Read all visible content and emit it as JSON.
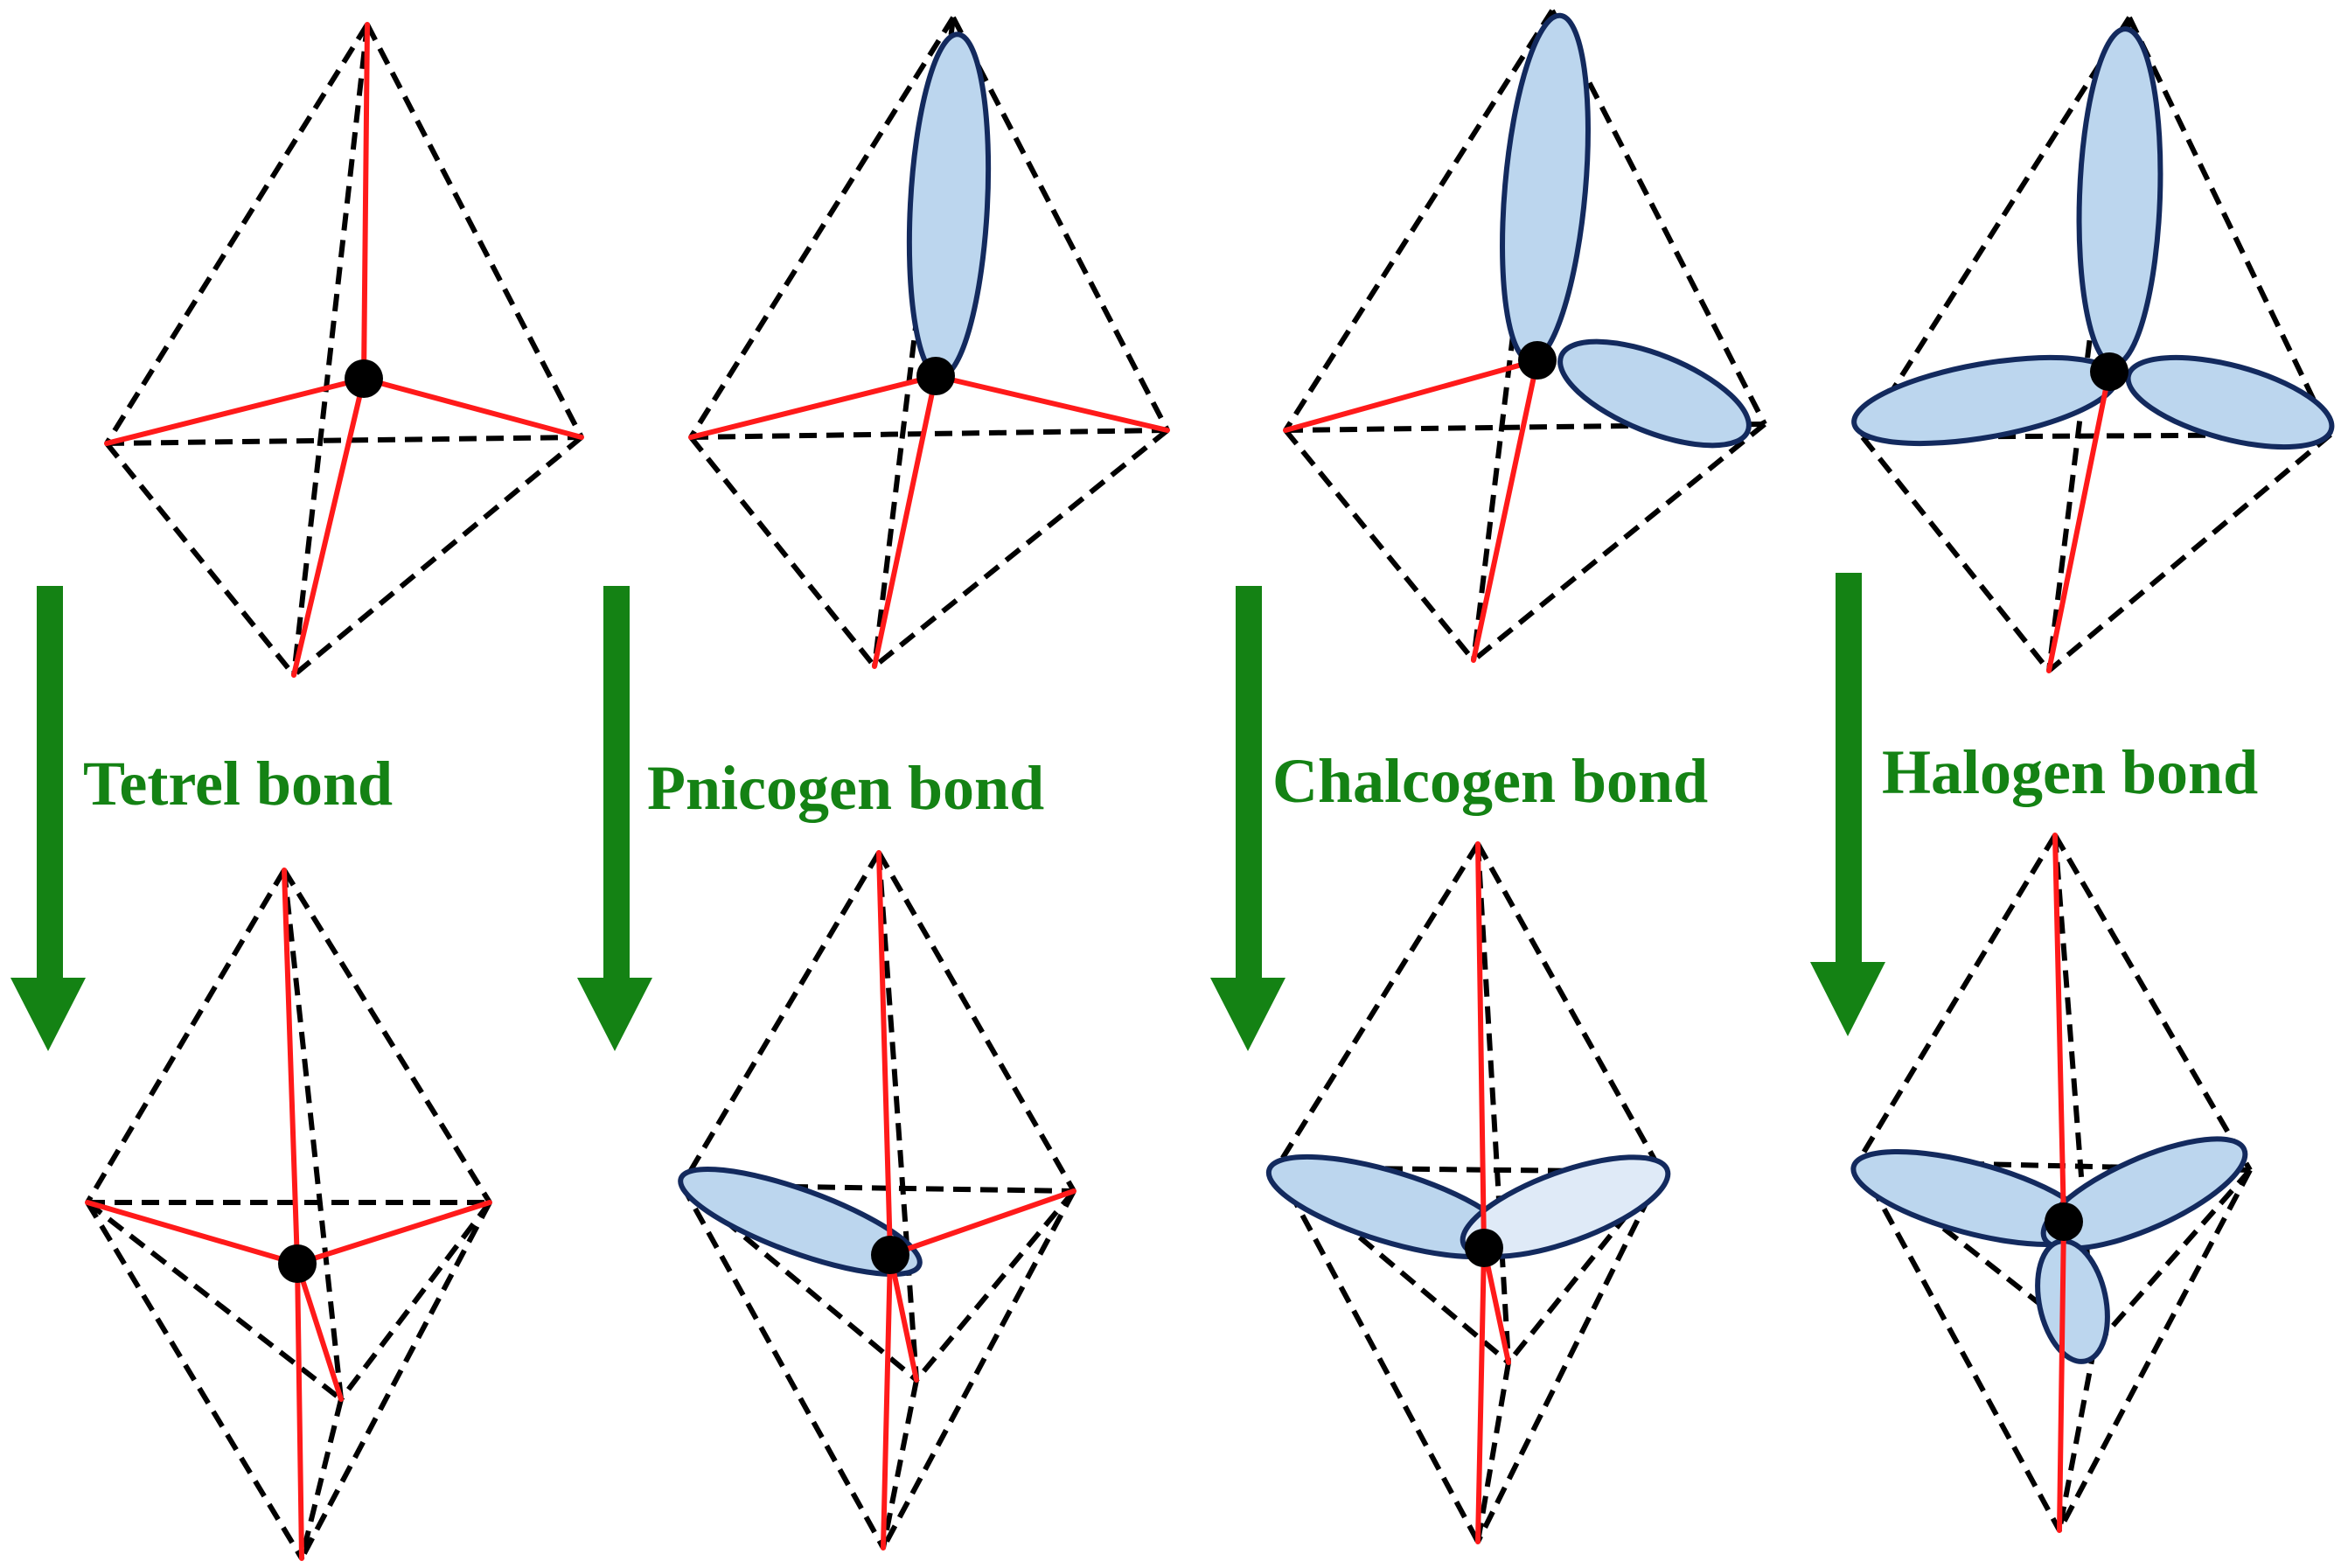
{
  "panels": [
    {
      "label": "Tetrel bond"
    },
    {
      "label": "Pnicogen bond"
    },
    {
      "label": "Chalcogen bond"
    },
    {
      "label": "Halogen bond"
    }
  ],
  "colors": {
    "bond": "#ff1a1a",
    "edge": "#000000",
    "lobe_fill": "#bcd6ee",
    "lobe_stroke": "#132a5e",
    "arrow_label": "#148214"
  }
}
